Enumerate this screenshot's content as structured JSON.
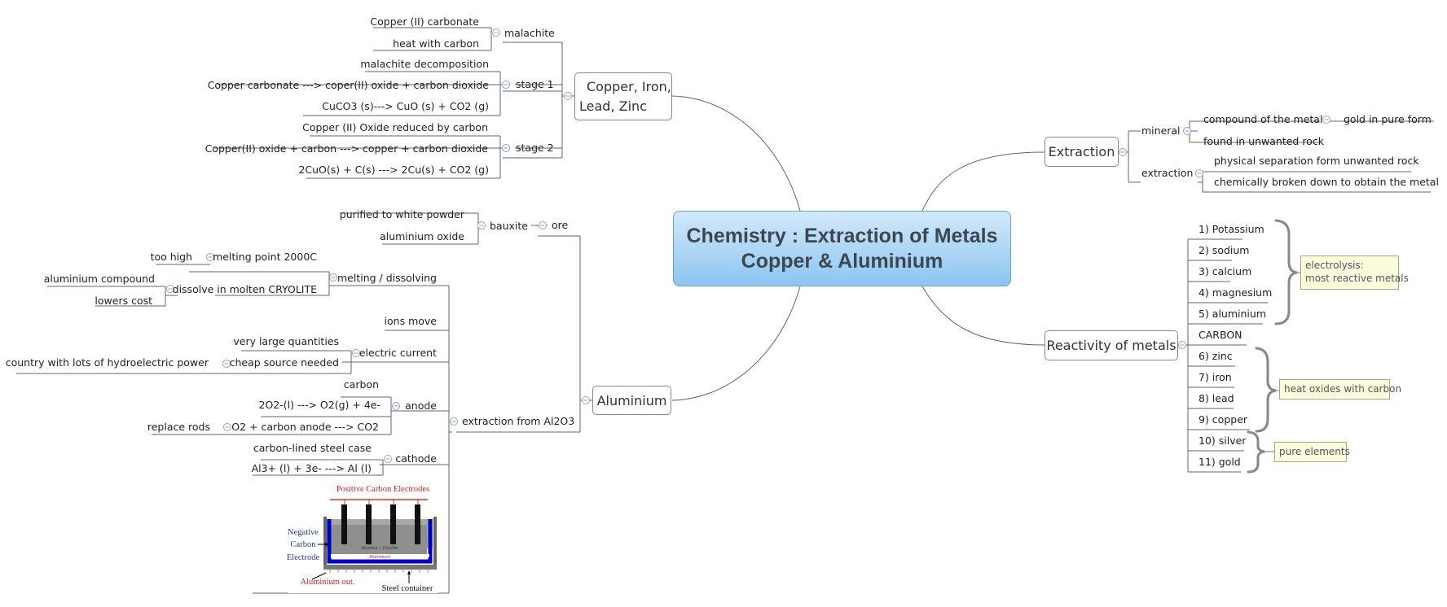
{
  "central": {
    "line1": "Chemistry : Extraction of Metals",
    "line2": "Copper & Aluminium"
  },
  "copper": {
    "title_line1": "Copper, Iron,",
    "title_line2": "Lead, Zinc",
    "malachite": {
      "label": "malachite",
      "items": [
        "Copper (II) carbonate",
        "heat with carbon"
      ]
    },
    "stage1": {
      "label": "stage 1",
      "items": [
        "malachite decomposition",
        "Copper carbonate ---> coper(II) oxide + carbon dioxide",
        "CuCO3 (s)---> CuO (s) + CO2 (g)"
      ]
    },
    "stage2": {
      "label": "stage 2",
      "items": [
        "Copper (II) Oxide reduced by carbon",
        "Copper(II) oxide + carbon ---> copper + carbon dioxide",
        "2CuO(s) + C(s) ---> 2Cu(s) + CO2 (g)"
      ]
    }
  },
  "aluminium": {
    "title": "Aluminium",
    "ore": {
      "label": "ore",
      "bauxite": "bauxite",
      "items": [
        "purified to white powder",
        "aluminium oxide"
      ]
    },
    "extraction": {
      "label": "extraction from Al2O3",
      "melting": {
        "label": "melting / dissolving",
        "mp": "melting point 2000C",
        "too_high": "too high",
        "dissolve": "dissolve in molten CRYOLITE",
        "compound": "aluminium compound",
        "lowers": "lowers cost"
      },
      "ions": "ions move",
      "current": {
        "label": "electric current",
        "large": "very large quantities",
        "cheap": "cheap source needed",
        "country": "country with lots of hydroelectric power"
      },
      "anode": {
        "label": "anode",
        "carbon": "carbon",
        "eq": "2O2-(l) ---> O2(g) + 4e-",
        "eq2": "O2 + carbon anode ---> CO2",
        "replace": "replace rods"
      },
      "cathode": {
        "label": "cathode",
        "case": "carbon-lined steel case",
        "eq": "Al3+ (l) + 3e- ---> Al (l)"
      }
    },
    "diagram": {
      "pos": "Positive Carbon Electrodes",
      "neg1": "Negative",
      "neg2": "Carbon",
      "neg3": "Electrode",
      "alumina": "Alumina + Cryolite",
      "al": "Aluminium",
      "out": "Aluminium out.",
      "steel": "Steel container"
    }
  },
  "extraction": {
    "title": "Extraction",
    "mineral": {
      "label": "mineral",
      "compound": "compound of the metal",
      "gold": "gold in pure form",
      "found": "found in unwanted rock"
    },
    "process": {
      "label": "extraction",
      "physical": "physical separation form unwanted rock",
      "chemical": "chemically broken down to obtain the metal"
    }
  },
  "reactivity": {
    "title": "Reactivity of metals",
    "items": [
      "1) Potassium",
      "2) sodium",
      "3) calcium",
      "4) magnesium",
      "5) aluminium",
      "CARBON",
      "6) zinc",
      "7) iron",
      "8) lead",
      "9) copper",
      "10) silver",
      "11) gold"
    ],
    "note1_line1": "electrolysis:",
    "note1_line2": "most reactive metals",
    "note2": "heat oxides with carbon",
    "note3": "pure elements"
  },
  "colors": {
    "central_top": "#d3e9fb",
    "central_bottom": "#8cc5f0",
    "line": "#666666",
    "collapse": "#7a9fd0",
    "note_bg": "#fbfbde"
  }
}
